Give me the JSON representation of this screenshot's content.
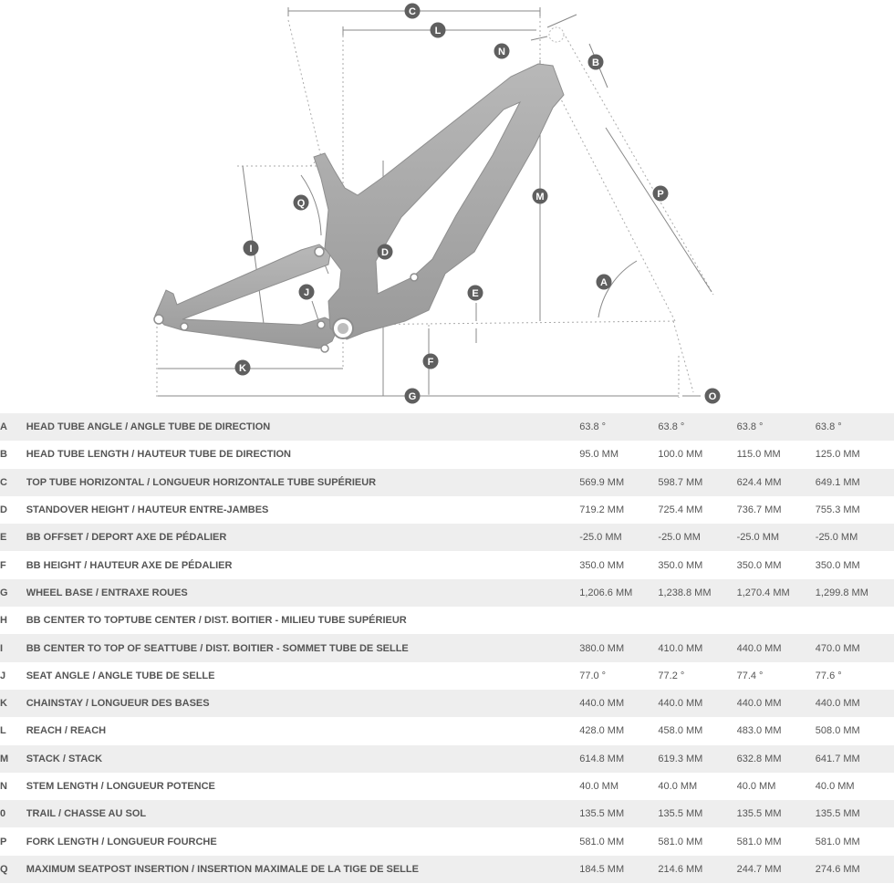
{
  "diagram": {
    "markers": [
      "A",
      "B",
      "C",
      "D",
      "E",
      "F",
      "G",
      "I",
      "J",
      "K",
      "L",
      "M",
      "N",
      "O",
      "P",
      "Q"
    ]
  },
  "rows": [
    {
      "letter": "A",
      "label": "HEAD TUBE ANGLE / ANGLE TUBE DE DIRECTION",
      "values": [
        "63.8 °",
        "63.8 °",
        "63.8 °",
        "63.8 °"
      ]
    },
    {
      "letter": "B",
      "label": "HEAD TUBE LENGTH / HAUTEUR TUBE DE DIRECTION",
      "values": [
        "95.0 MM",
        "100.0 MM",
        "115.0 MM",
        "125.0 MM"
      ]
    },
    {
      "letter": "C",
      "label": "TOP TUBE HORIZONTAL / LONGUEUR HORIZONTALE TUBE SUPÉRIEUR",
      "values": [
        "569.9 MM",
        "598.7 MM",
        "624.4 MM",
        "649.1 MM"
      ]
    },
    {
      "letter": "D",
      "label": "STANDOVER HEIGHT / HAUTEUR ENTRE-JAMBES",
      "values": [
        "719.2 MM",
        "725.4 MM",
        "736.7 MM",
        "755.3 MM"
      ]
    },
    {
      "letter": "E",
      "label": "BB OFFSET / DEPORT AXE DE PÉDALIER",
      "values": [
        "-25.0 MM",
        "-25.0 MM",
        "-25.0 MM",
        "-25.0 MM"
      ]
    },
    {
      "letter": "F",
      "label": "BB HEIGHT / HAUTEUR AXE DE PÉDALIER",
      "values": [
        "350.0 MM",
        "350.0 MM",
        "350.0 MM",
        "350.0 MM"
      ]
    },
    {
      "letter": "G",
      "label": "WHEEL BASE / ENTRAXE ROUES",
      "values": [
        "1,206.6 MM",
        "1,238.8 MM",
        "1,270.4 MM",
        "1,299.8 MM"
      ]
    },
    {
      "letter": "H",
      "label": "BB CENTER TO TOPTUBE CENTER / DIST. BOITIER - MILIEU TUBE SUPÉRIEUR",
      "values": [
        "",
        "",
        "",
        ""
      ]
    },
    {
      "letter": "I",
      "label": "BB CENTER TO TOP OF SEATTUBE / DIST. BOITIER - SOMMET TUBE DE SELLE",
      "values": [
        "380.0 MM",
        "410.0 MM",
        "440.0 MM",
        "470.0 MM"
      ]
    },
    {
      "letter": "J",
      "label": "SEAT ANGLE / ANGLE TUBE DE SELLE",
      "values": [
        "77.0 °",
        "77.2 °",
        "77.4 °",
        "77.6 °"
      ]
    },
    {
      "letter": "K",
      "label": "CHAINSTAY / LONGUEUR DES BASES",
      "values": [
        "440.0 MM",
        "440.0 MM",
        "440.0 MM",
        "440.0 MM"
      ]
    },
    {
      "letter": "L",
      "label": "REACH / REACH",
      "values": [
        "428.0 MM",
        "458.0 MM",
        "483.0 MM",
        "508.0 MM"
      ]
    },
    {
      "letter": "M",
      "label": "STACK / STACK",
      "values": [
        "614.8 MM",
        "619.3 MM",
        "632.8 MM",
        "641.7 MM"
      ]
    },
    {
      "letter": "N",
      "label": "STEM LENGTH / LONGUEUR POTENCE",
      "values": [
        "40.0 MM",
        "40.0 MM",
        "40.0 MM",
        "40.0 MM"
      ]
    },
    {
      "letter": "0",
      "label": "TRAIL / CHASSE AU SOL",
      "values": [
        "135.5 MM",
        "135.5 MM",
        "135.5 MM",
        "135.5 MM"
      ]
    },
    {
      "letter": "P",
      "label": "FORK LENGTH / LONGUEUR FOURCHE",
      "values": [
        "581.0 MM",
        "581.0 MM",
        "581.0 MM",
        "581.0 MM"
      ]
    },
    {
      "letter": "Q",
      "label": "MAXIMUM SEATPOST INSERTION / INSERTION MAXIMALE DE LA TIGE DE SELLE",
      "values": [
        "184.5 MM",
        "214.6 MM",
        "244.7 MM",
        "274.6 MM"
      ]
    }
  ]
}
